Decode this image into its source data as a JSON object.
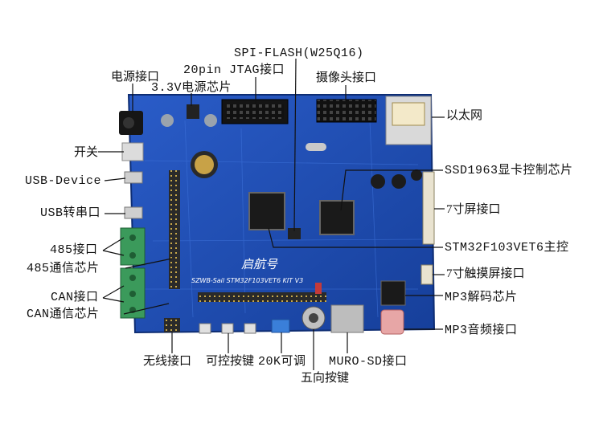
{
  "labels": {
    "spi_flash": "SPI-FLASH(W25Q16)",
    "jtag": "20pin JTAG接口",
    "power_if": "电源接口",
    "power_chip": "3.3V电源芯片",
    "camera": "摄像头接口",
    "ethernet": "以太网",
    "switch": "开关",
    "usb_device": "USB-Device",
    "usb_serial": "USB转串口",
    "rs485_if": "485接口",
    "rs485_chip": "485通信芯片",
    "can_if": "CAN接口",
    "can_chip": "CAN通信芯片",
    "ssd1963": "SSD1963显卡控制芯片",
    "lcd7": "7寸屏接口",
    "mcu": "STM32F103VET6主控",
    "touch7": "7寸触摸屏接口",
    "mp3_chip": "MP3解码芯片",
    "mp3_audio": "MP3音频接口",
    "wireless": "无线接口",
    "keys": "可控按键",
    "pot": "20K可调",
    "joystick": "五向按键",
    "sd": "MURO-SD接口"
  },
  "board": {
    "silkscreen_title": "启航号",
    "silkscreen_model": "SZWB-Sail STM32F103VET6 KIT V3"
  },
  "colors": {
    "pcb": "#1f4fb8",
    "pcb_dark": "#143a8f",
    "pcb_light": "#3d6ed6",
    "leader": "#111111"
  }
}
